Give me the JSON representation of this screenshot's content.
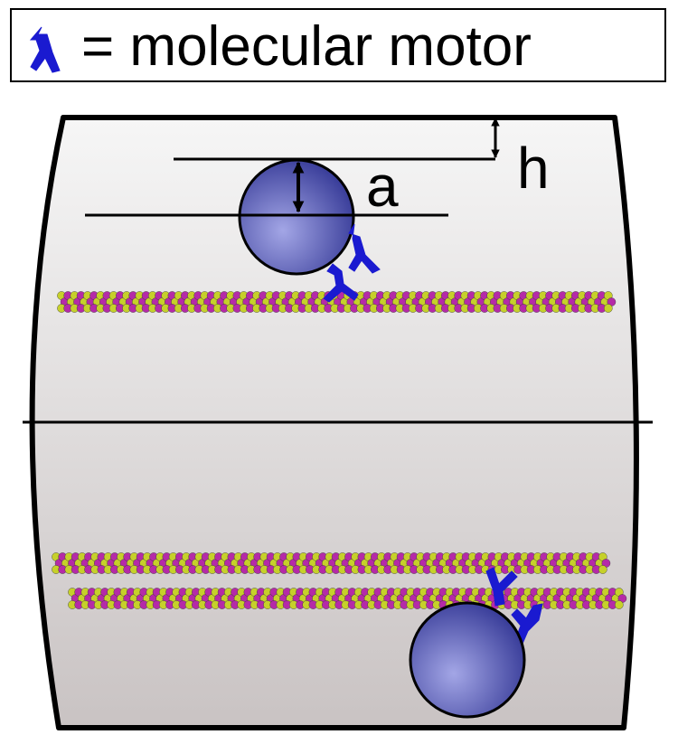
{
  "legend": {
    "text": "= molecular motor",
    "icon": "molecular-motor-icon"
  },
  "labels": {
    "h": "h",
    "a": "a"
  },
  "colors": {
    "motor": "#1a1ad0",
    "bead_light": "#a3a6e6",
    "bead_dark": "#2b2f8f",
    "filament_green": "#c6d02a",
    "filament_magenta": "#b52aa8",
    "chamber_top": "#f6f6f6",
    "chamber_bottom": "#c9c3c3",
    "outline": "#000000"
  }
}
